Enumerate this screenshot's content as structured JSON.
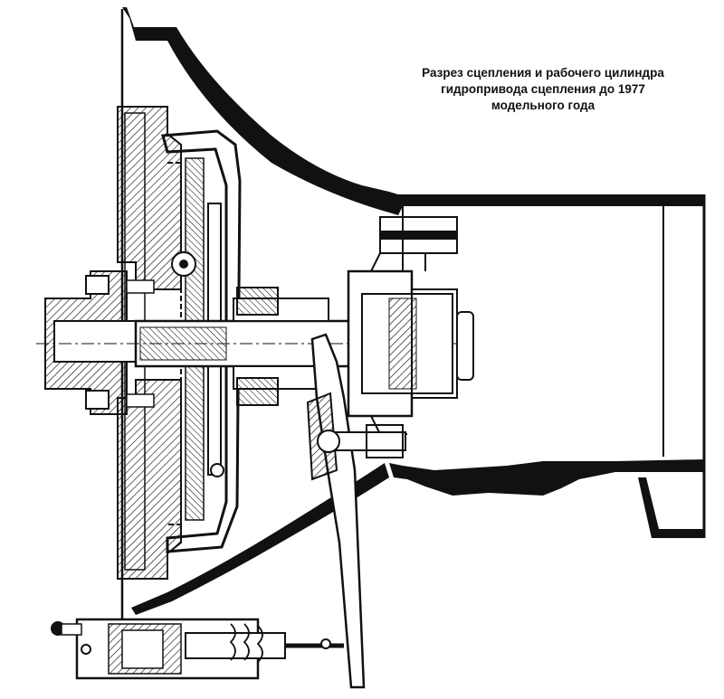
{
  "caption": {
    "line1": "Разрез сцепления и рабочего цилиндра",
    "line2": "гидропривода сцепления до 1977",
    "line3": "модельного года"
  },
  "colors": {
    "ink": "#111111",
    "paper": "#ffffff"
  }
}
